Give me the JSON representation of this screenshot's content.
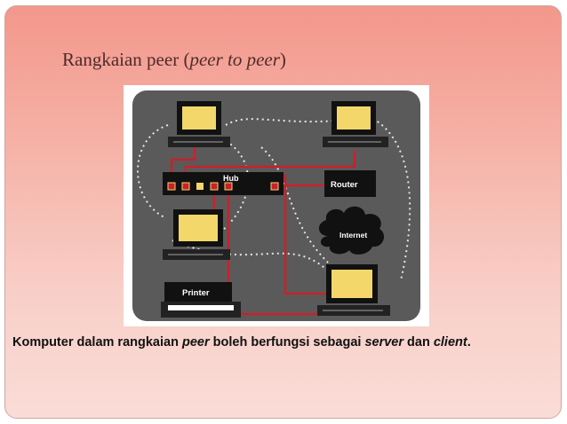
{
  "slide": {
    "title_main": "Rangkaian peer (",
    "title_italic": "peer to peer",
    "title_close": ")"
  },
  "diagram": {
    "hub_label": "Hub",
    "router_label": "Router",
    "internet_label": "Internet",
    "printer_label": "Printer"
  },
  "caption": {
    "part1": "Komputer dalam rangkaian ",
    "peer": "peer",
    "part2": "  boleh berfungsi sebagai ",
    "server": "server",
    "part3": " dan ",
    "client": "client",
    "part4": "."
  },
  "colors": {
    "background_top": "#f3978b",
    "background_bottom": "#fadcd7",
    "diagram_bg": "#5a5a5a",
    "cable": "#c8212b",
    "screen": "#f3d76a"
  }
}
